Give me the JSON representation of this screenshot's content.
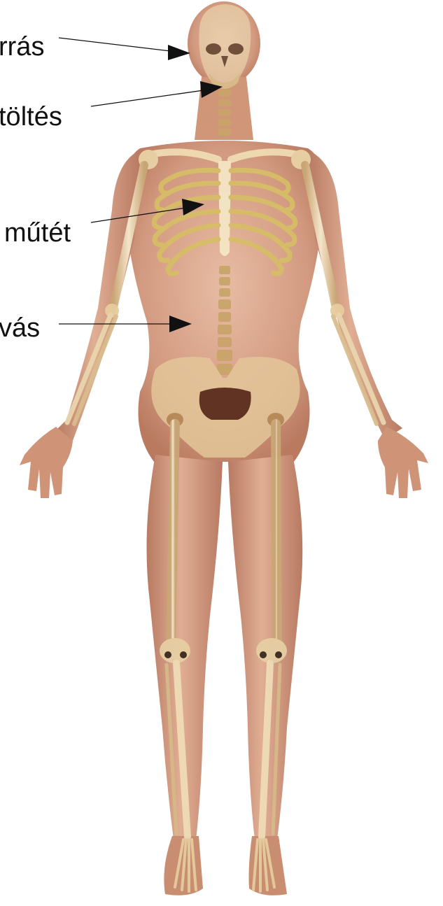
{
  "callouts": [
    {
      "label": "rrás"
    },
    {
      "label": "töltés"
    },
    {
      "label": "műtét"
    },
    {
      "label": "vás"
    }
  ],
  "figure": {
    "subject": "human-body-skeleton-anatomy",
    "colors": {
      "skin": "#d9a48a",
      "skin_shade": "#b9785e",
      "muscle": "#c98c74",
      "bone": "#f1dfbd",
      "bone_shade": "#cdae80",
      "rib": "#d8c06a",
      "leader_line": "#111111",
      "background": "#ffffff"
    }
  }
}
